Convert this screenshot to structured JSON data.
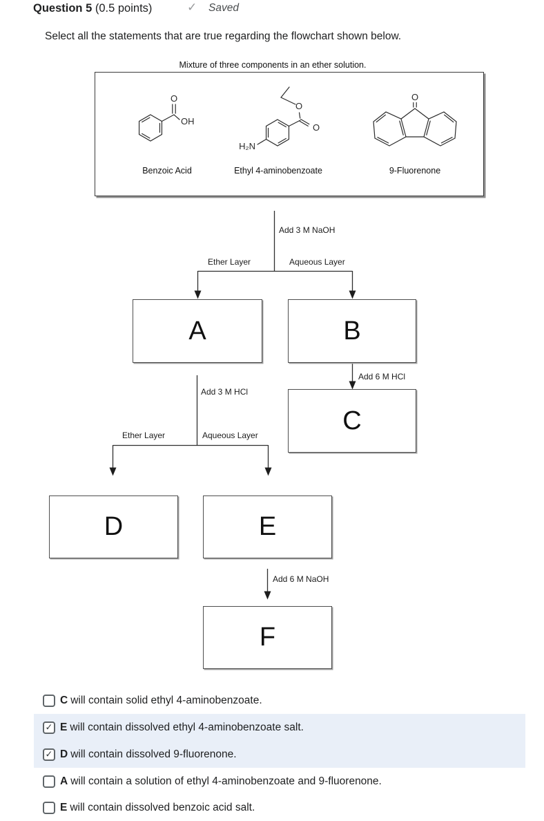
{
  "header": {
    "question_label": "Question 5",
    "points_label": "(0.5 points)",
    "saved_label": "Saved"
  },
  "prompt": "Select all the statements that are true regarding the flowchart shown below.",
  "mixture_box": {
    "title": "Mixture of three components in an ether solution.",
    "components": [
      {
        "name": "Benzoic Acid",
        "atom_labels": [
          "O",
          "OH"
        ]
      },
      {
        "name": "Ethyl 4-aminobenzoate",
        "atom_labels": [
          "O",
          "O",
          "H₂N"
        ]
      },
      {
        "name": "9-Fluorenone",
        "atom_labels": [
          "O"
        ]
      }
    ]
  },
  "flowchart": {
    "add_naoh_3m": "Add 3 M NaOH",
    "ether_layer_1": "Ether Layer",
    "aqueous_layer_1": "Aqueous Layer",
    "box_a": "A",
    "box_b": "B",
    "add_hcl_6m": "Add 6 M HCl",
    "box_c": "C",
    "add_hcl_3m": "Add 3 M HCl",
    "ether_layer_2": "Ether Layer",
    "aqueous_layer_2": "Aqueous Layer",
    "box_d": "D",
    "box_e": "E",
    "add_naoh_6m": "Add 6 M NaOH",
    "box_f": "F"
  },
  "options": [
    {
      "letter": "C",
      "text": "will contain solid ethyl 4-aminobenzoate.",
      "checked": false,
      "highlighted": false
    },
    {
      "letter": "E",
      "text": "will contain dissolved ethyl 4-aminobenzoate salt.",
      "checked": true,
      "highlighted": true
    },
    {
      "letter": "D",
      "text": "will contain dissolved 9-fluorenone.",
      "checked": true,
      "highlighted": true
    },
    {
      "letter": "A",
      "text": "will contain a solution of ethyl 4-aminobenzoate and 9-fluorenone.",
      "checked": false,
      "highlighted": false
    },
    {
      "letter": "E",
      "text": "will contain dissolved benzoic acid salt.",
      "checked": false,
      "highlighted": false
    }
  ],
  "icons": {
    "saved_check": "✓",
    "checkbox_check": "✓"
  },
  "colors": {
    "highlight": "#e9eff8",
    "checkbox_border": "#5f6569",
    "text": "#202122",
    "saved_gray": "#97999b"
  }
}
